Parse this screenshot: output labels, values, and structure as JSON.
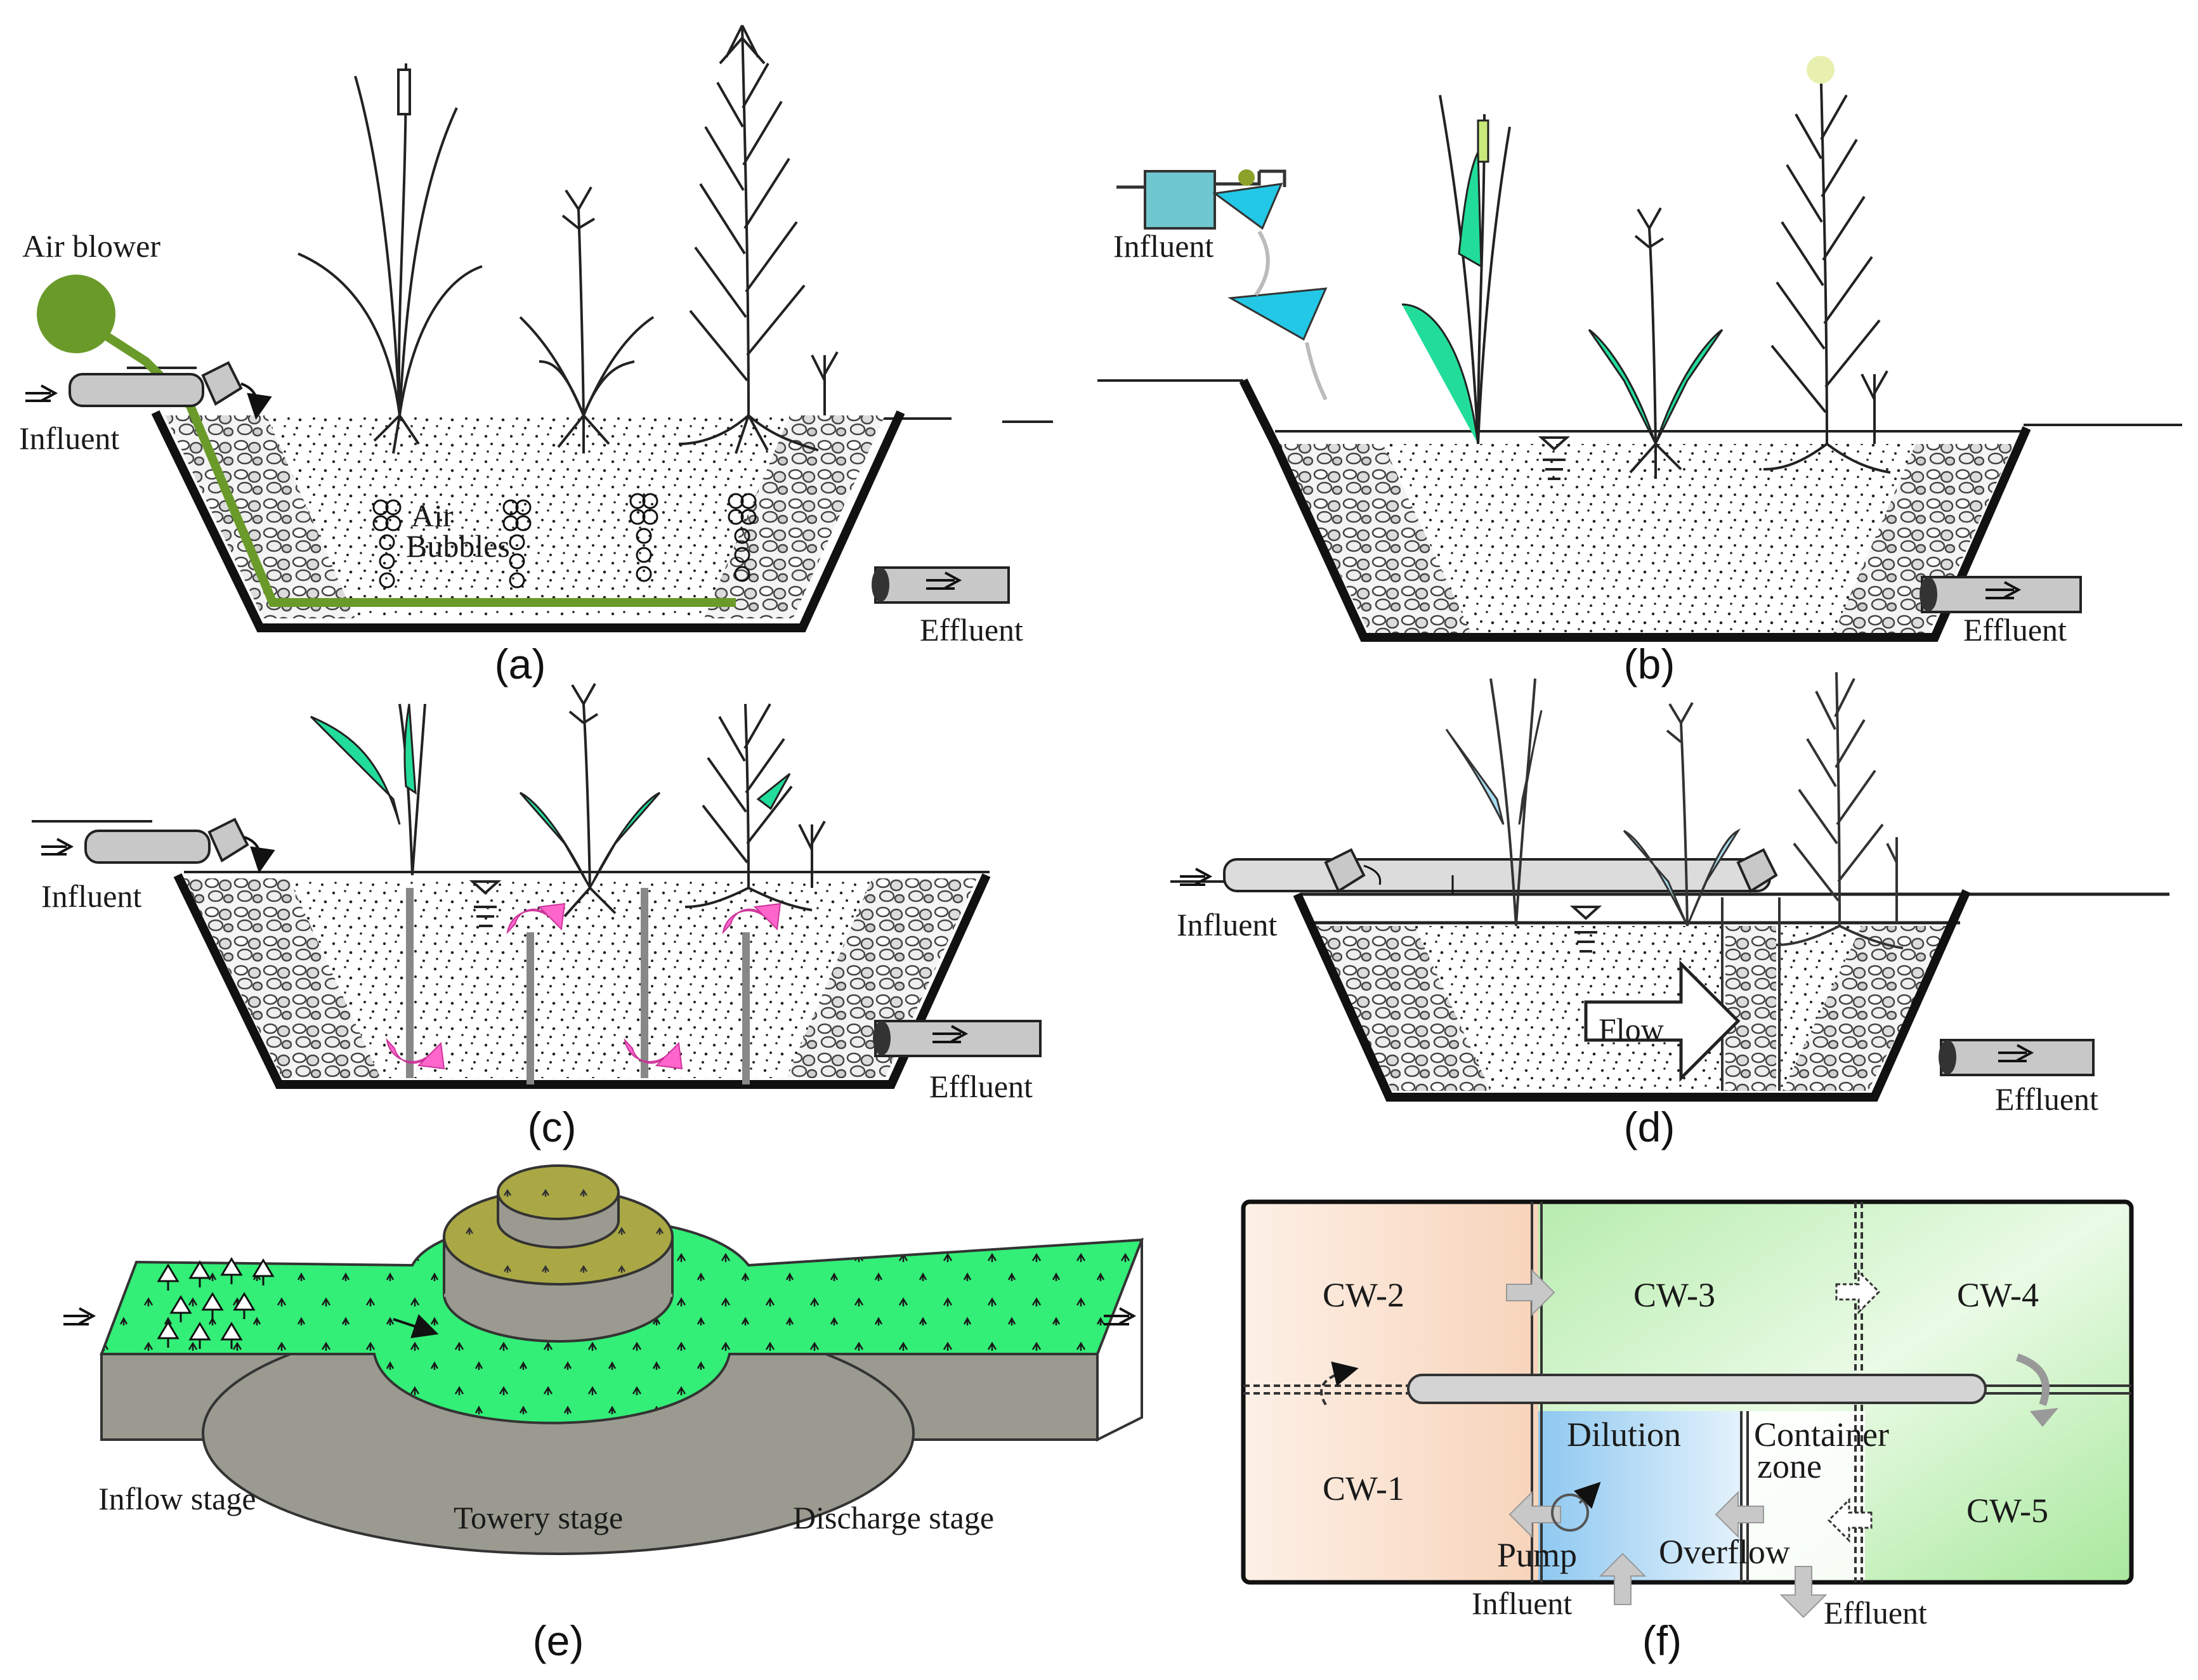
{
  "panels": {
    "a": {
      "label": "(a)",
      "air_blower": "Air blower",
      "influent": "Influent",
      "effluent": "Effluent",
      "air_bubbles_1": "Air",
      "air_bubbles_2": "Bubbles"
    },
    "b": {
      "label": "(b)",
      "influent": "Influent",
      "effluent": "Effluent"
    },
    "c": {
      "label": "(c)",
      "influent": "Influent",
      "effluent": "Effluent"
    },
    "d": {
      "label": "(d)",
      "influent": "Influent",
      "effluent": "Effluent",
      "flow": "Flow"
    },
    "e": {
      "label": "(e)",
      "inflow_stage": "Inflow stage",
      "towery_stage": "Towery stage",
      "discharge_stage": "Discharge stage"
    },
    "f": {
      "label": "(f)",
      "cw1": "CW-1",
      "cw2": "CW-2",
      "cw3": "CW-3",
      "cw4": "CW-4",
      "cw5": "CW-5",
      "dilution": "Dilution",
      "container_1": "Container",
      "container_2": "zone",
      "pump": "Pump",
      "overflow": "Overflow",
      "influent": "Influent",
      "effluent": "Effluent"
    }
  },
  "colors": {
    "plant_green": "#22dd99",
    "blower_green": "#6a9a2a",
    "pipe_gray": "#c8c8c8",
    "recirc_pink": "#ff66cc",
    "wetland_green": "#33ee77",
    "tower_olive": "#aaa844",
    "concrete_gray": "#9a9a90",
    "cw_orange": "#fbe3d2",
    "cw_green": "#c9f0c0",
    "dilution_blue": "#b8dcf5"
  }
}
